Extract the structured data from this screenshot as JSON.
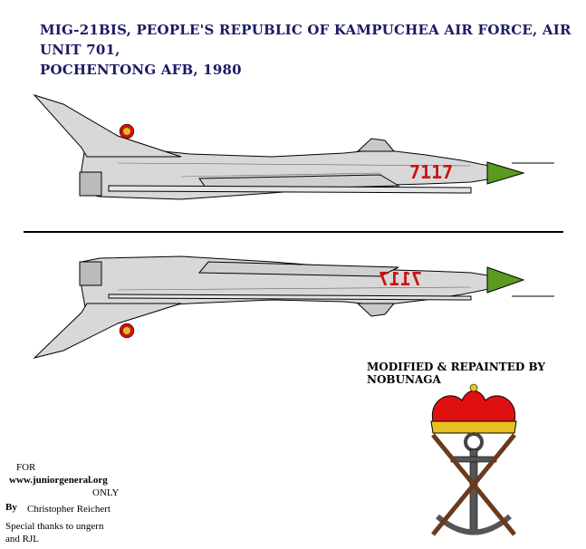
{
  "title": {
    "line1": "MIG-21BIS, PEOPLE'S REPUBLIC OF KAMPUCHEA AIR FORCE, AIR UNIT 701,",
    "line2": "POCHENTONG AFB, 1980"
  },
  "aircraft": {
    "serial_top": "7117",
    "serial_bottom": "7117",
    "colors": {
      "body": "#d8d8d8",
      "outline": "#000000",
      "nose": "#5a9a1e",
      "serial": "#cc1111",
      "roundel_outer": "#cc1111",
      "roundel_inner": "#e0c020"
    }
  },
  "credits": {
    "modified": "MODIFIED & REPAINTED BY NOBUNAGA",
    "for": "FOR",
    "site": "www.juniorgeneral.org",
    "only": "ONLY",
    "by": "By",
    "author": "Christopher Reichert",
    "thanks_line1": "Special thanks to ungern",
    "thanks_line2": "and RJL"
  },
  "emblem": {
    "name": "crown-anchor-crossed-rifles-emblem"
  }
}
